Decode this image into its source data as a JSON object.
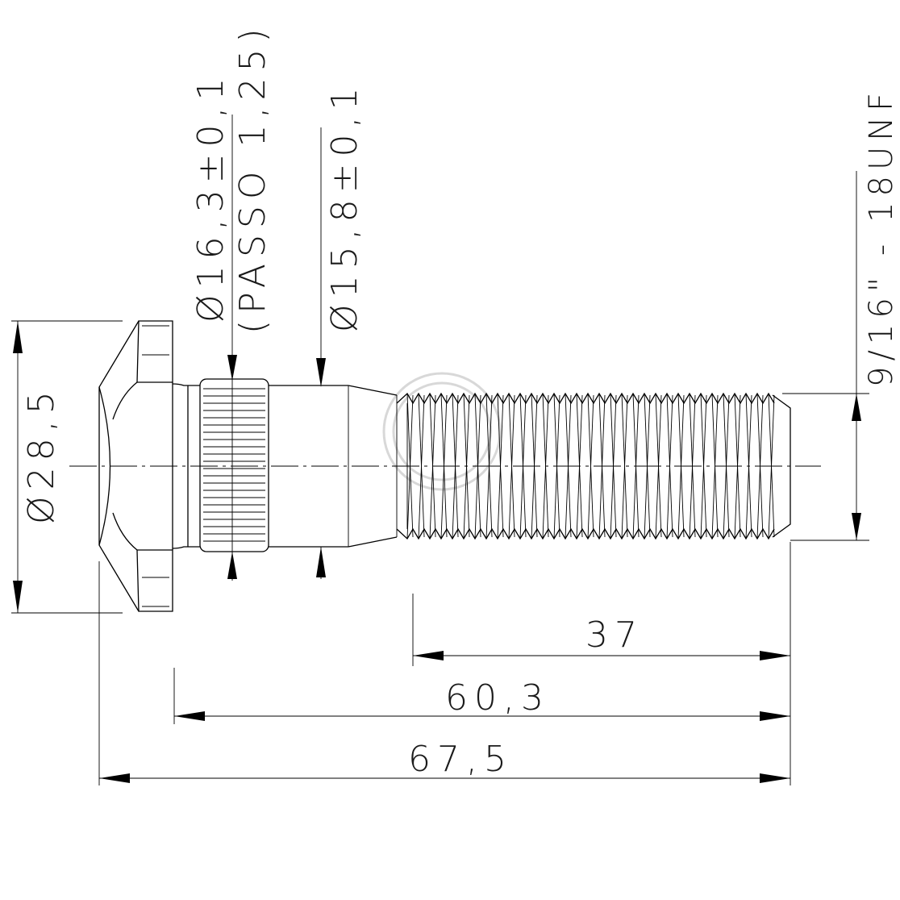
{
  "dimensions": {
    "flange_diameter": "Ø28,5",
    "knurl_diameter": "Ø16,3±0,1",
    "knurl_pitch": "(PASSO 1,25)",
    "shank_diameter": "Ø15,8±0,1",
    "thread_spec": "9/16\" - 18UNF",
    "thread_length": "37",
    "shank_length": "60,3",
    "overall_length": "67,5"
  }
}
